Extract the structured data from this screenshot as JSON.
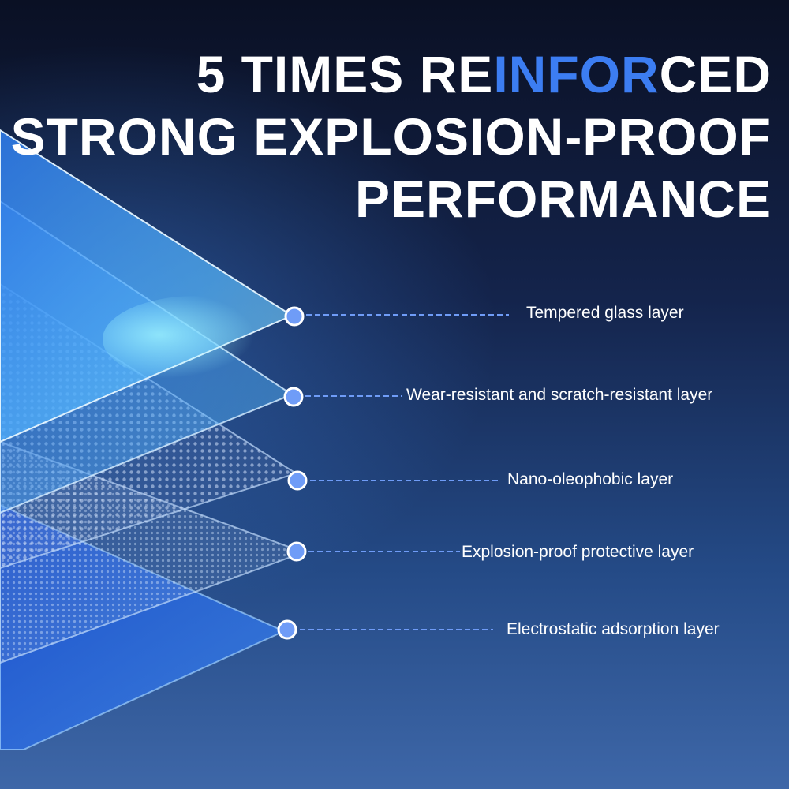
{
  "headline": {
    "line1_pre": "5 TIMES RE",
    "line1_accent": "INFOR",
    "line1_post": "CED",
    "line2": "STRONG EXPLOSION-PROOF",
    "line3": "PERFORMANCE"
  },
  "colors": {
    "accent": "#3c7df2",
    "callout_dot": "#6f9cf7",
    "callout_line": "#6f9cf7",
    "text": "#ffffff"
  },
  "layers": [
    {
      "label": "Tempered glass layer"
    },
    {
      "label": "Wear-resistant and scratch-resistant layer"
    },
    {
      "label": "Nano-oleophobic layer"
    },
    {
      "label": "Explosion-proof protective layer"
    },
    {
      "label": "Electrostatic adsorption layer"
    }
  ]
}
